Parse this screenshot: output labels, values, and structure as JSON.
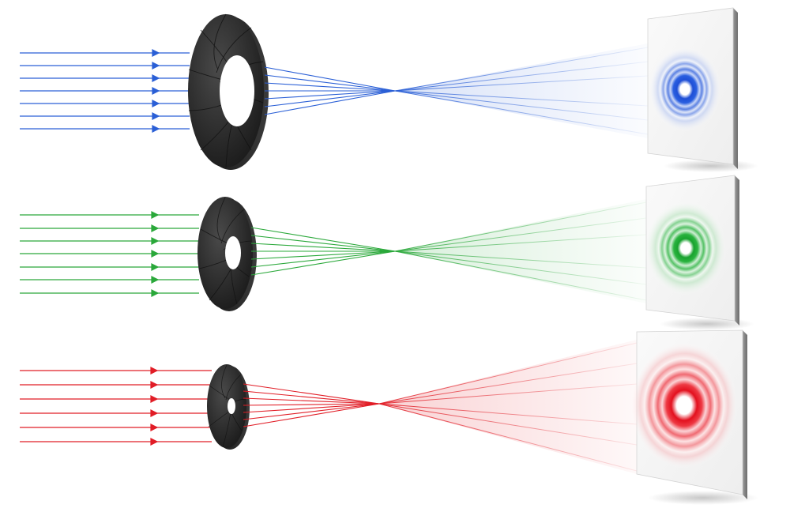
{
  "rows": [
    {
      "id": "blue",
      "color": "#2a5fd6",
      "aperture": "large-iris-aperture",
      "pattern": "tight-diffraction-rings"
    },
    {
      "id": "green",
      "color": "#2aa83a",
      "aperture": "medium-iris-aperture",
      "pattern": "medium-diffraction-rings"
    },
    {
      "id": "red",
      "color": "#e11d26",
      "aperture": "small-iris-aperture",
      "pattern": "wide-diffraction-rings"
    }
  ],
  "icons": [
    "arrow-icon",
    "iris-icon"
  ]
}
